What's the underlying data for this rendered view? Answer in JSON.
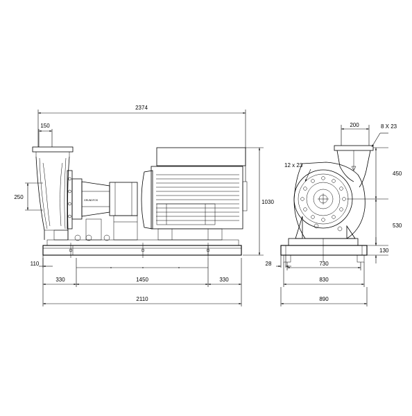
{
  "dimensions": {
    "overall_length": "2374",
    "suction_flange": "150",
    "shaft_height": "250",
    "total_height": "1030",
    "left_overhang": "110",
    "bolt_end_left": "330",
    "bolt_center": "1450",
    "bolt_end_right": "330",
    "base_length": "2110",
    "discharge_offset": "200",
    "discharge_bolts": "8 X 23",
    "suction_bolts": "12 x 23",
    "discharge_height": "450",
    "axis_height": "530",
    "base_height": "130",
    "side_offset": "28",
    "bolt_width": "730",
    "base_width_inner": "830",
    "base_width_total": "890"
  },
  "logo_text": "GRUNDFOS"
}
